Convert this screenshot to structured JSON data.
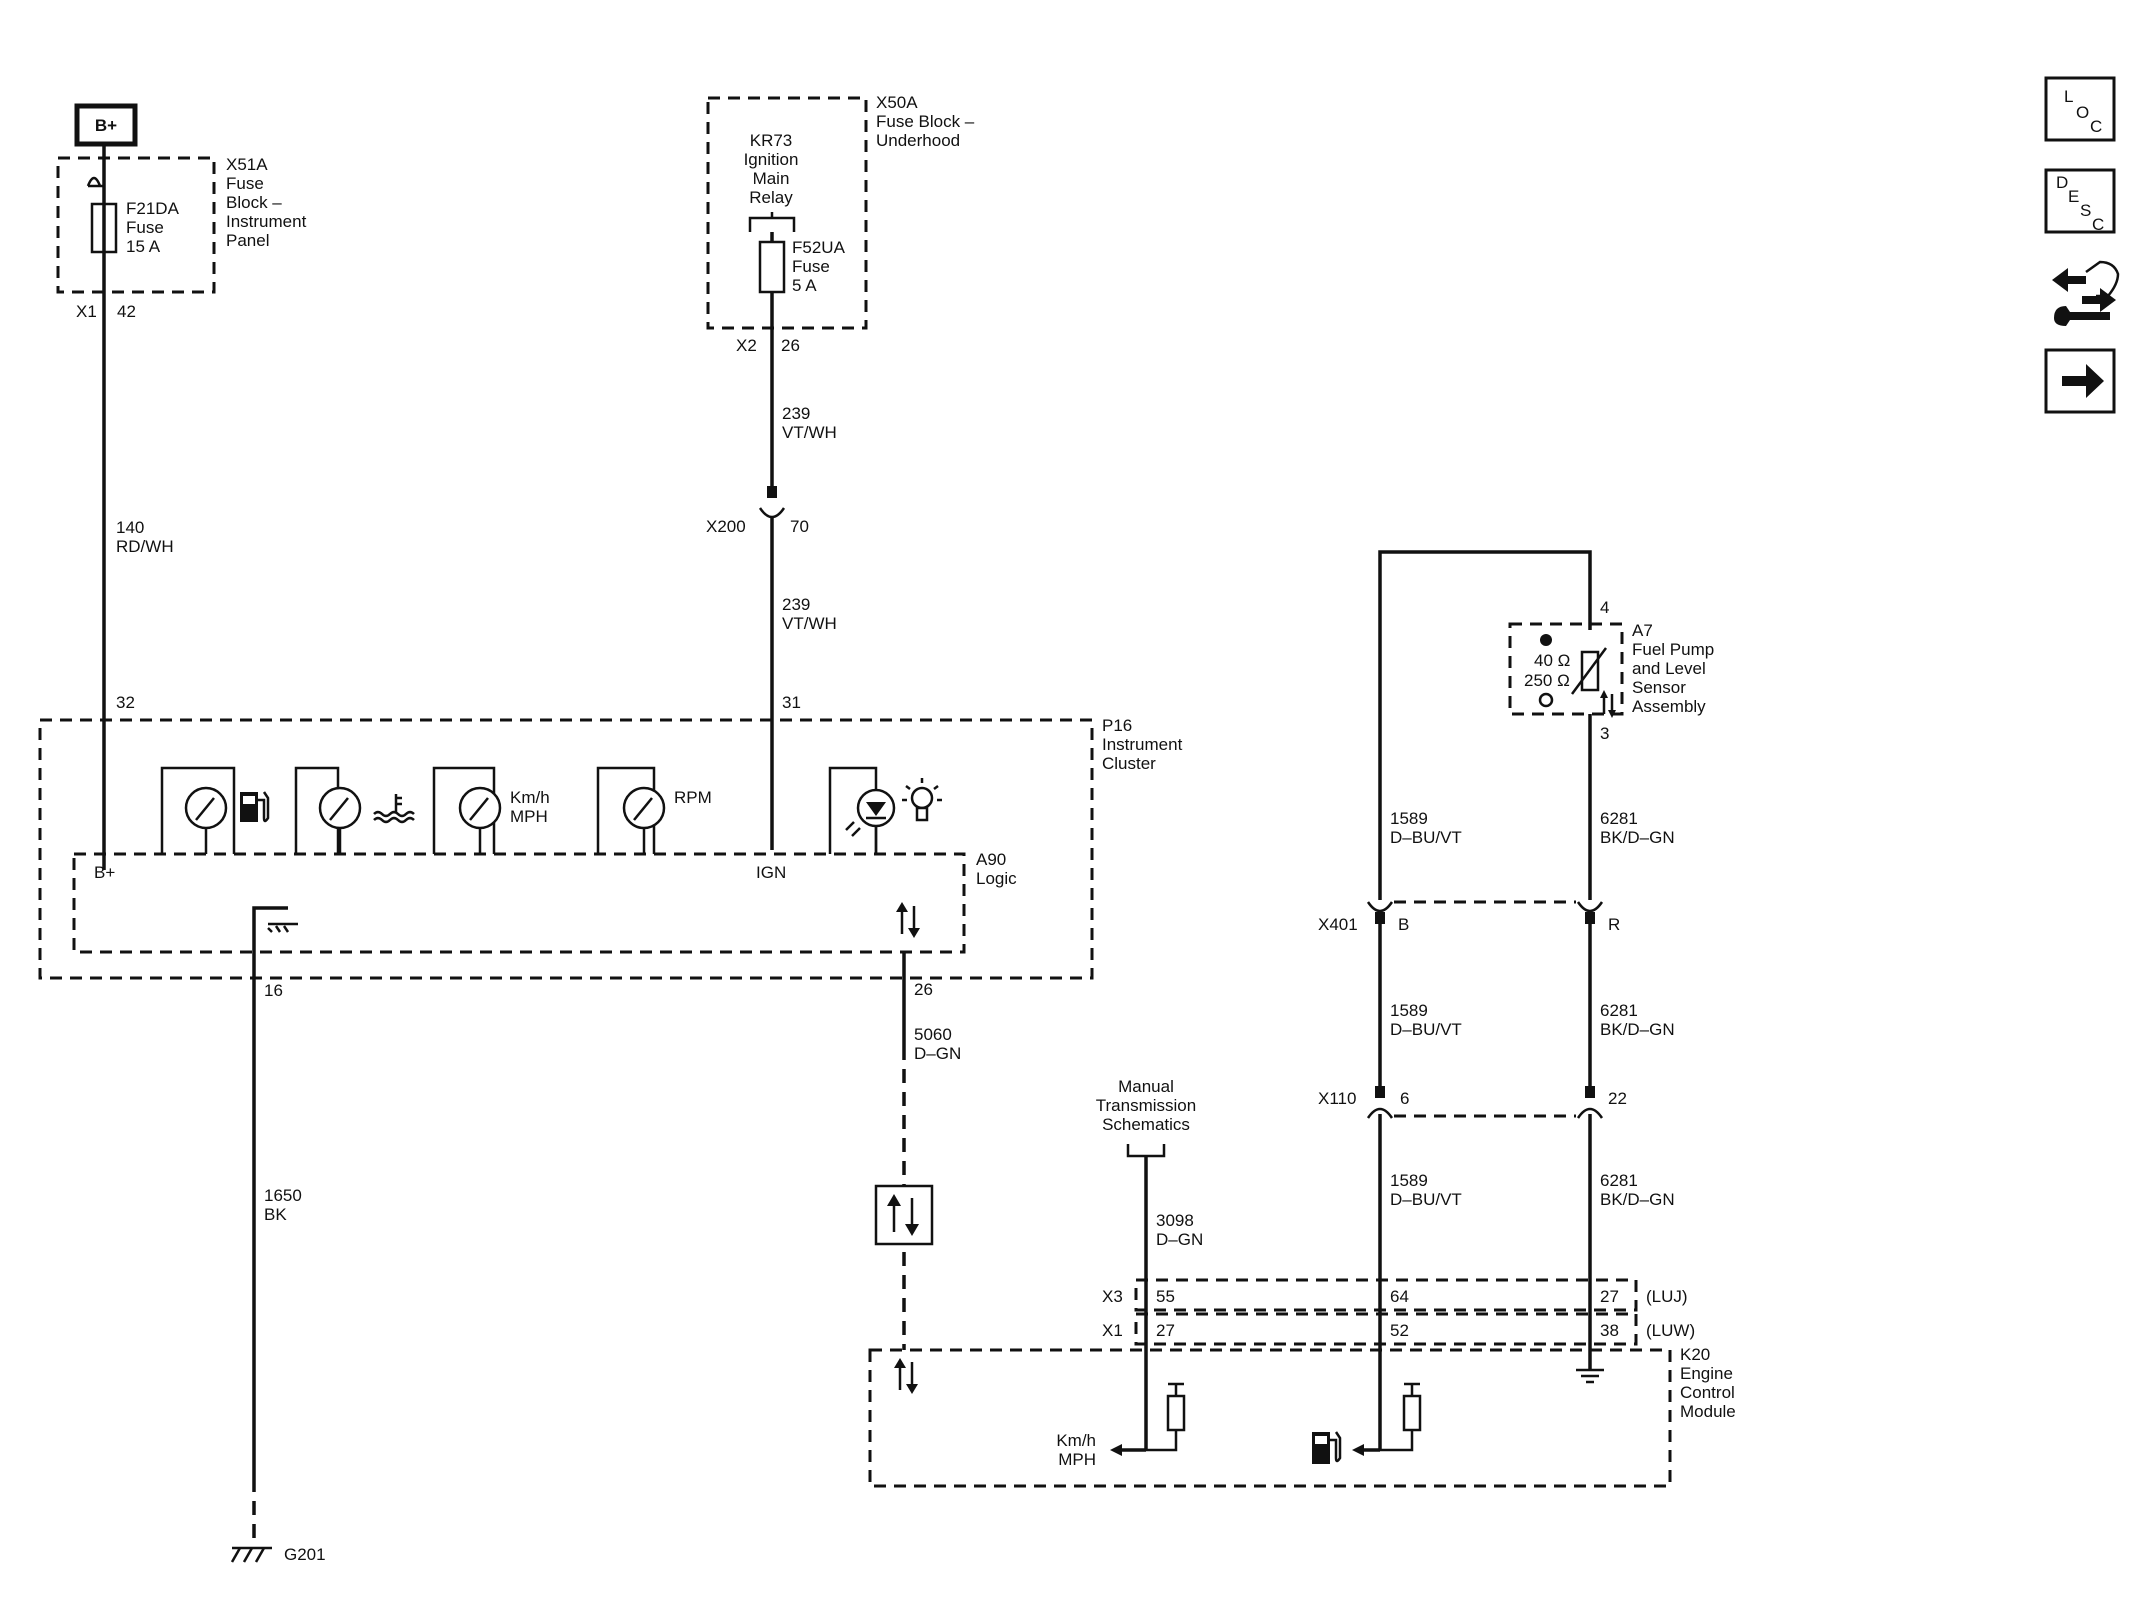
{
  "b_plus": "B+",
  "x51a": {
    "name": "X51A",
    "desc": [
      "Fuse",
      "Block –",
      "Instrument",
      "Panel"
    ],
    "fuse": [
      "F21DA",
      "Fuse",
      "15 A"
    ],
    "connector": "X1",
    "pin": "42"
  },
  "x50a": {
    "name": "X50A",
    "desc": [
      "Fuse Block –",
      "Underhood"
    ],
    "relay": [
      "KR73",
      "Ignition",
      "Main",
      "Relay"
    ],
    "fuse": [
      "F52UA",
      "Fuse",
      "5 A"
    ],
    "connector": "X2",
    "pin": "26"
  },
  "wires": {
    "w140": [
      "140",
      "RD/WH"
    ],
    "w239a": [
      "239",
      "VT/WH"
    ],
    "w239b": [
      "239",
      "VT/WH"
    ],
    "w1650": [
      "1650",
      "BK"
    ],
    "w5060": [
      "5060",
      "D–GN"
    ],
    "w3098": [
      "3098",
      "D–GN"
    ],
    "w1589a": [
      "1589",
      "D–BU/VT"
    ],
    "w1589b": [
      "1589",
      "D–BU/VT"
    ],
    "w1589c": [
      "1589",
      "D–BU/VT"
    ],
    "w6281a": [
      "6281",
      "BK/D–GN"
    ],
    "w6281b": [
      "6281",
      "BK/D–GN"
    ],
    "w6281c": [
      "6281",
      "BK/D–GN"
    ]
  },
  "x200": {
    "name": "X200",
    "pin": "70"
  },
  "p16": {
    "name": "P16",
    "desc": [
      "Instrument",
      "Cluster"
    ],
    "pin_bplus": "32",
    "pin_ign": "31",
    "pin_gnd": "16",
    "pin_data": "26",
    "gauge_speed": [
      "Km/h",
      "MPH"
    ],
    "gauge_rpm": "RPM"
  },
  "a90": {
    "name": "A90",
    "desc": "Logic",
    "bplus": "B+",
    "ign": "IGN"
  },
  "g201": "G201",
  "a7": {
    "name": "A7",
    "desc": [
      "Fuel Pump",
      "and Level",
      "Sensor",
      "Assembly"
    ],
    "r_high": "40 Ω",
    "r_low": "250 Ω",
    "pin_top": "4",
    "pin_bottom": "3"
  },
  "x401": {
    "name": "X401",
    "pin_left": "B",
    "pin_right": "R"
  },
  "x110": {
    "name": "X110",
    "pin_left": "6",
    "pin_right": "22"
  },
  "manual_trans": [
    "Manual",
    "Transmission",
    "Schematics"
  ],
  "k20": {
    "name": "K20",
    "desc": [
      "Engine",
      "Control",
      "Module"
    ],
    "x3": {
      "name": "X3",
      "pins": [
        "55",
        "64",
        "27"
      ],
      "option": "(LUJ)"
    },
    "x1": {
      "name": "X1",
      "pins": [
        "27",
        "52",
        "38"
      ],
      "option": "(LUW)"
    },
    "speed_label": [
      "Km/h",
      "MPH"
    ]
  },
  "nav": {
    "loc": [
      "L",
      "O",
      "C"
    ],
    "desc": [
      "D",
      "E",
      "S",
      "C"
    ]
  }
}
